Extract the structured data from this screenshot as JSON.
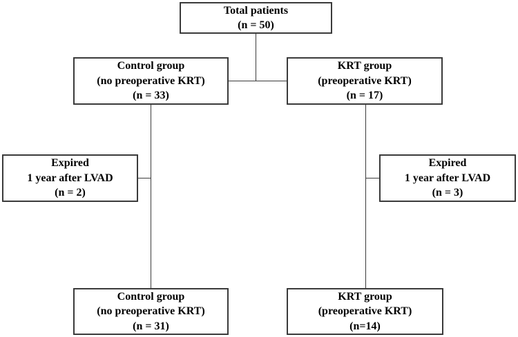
{
  "diagram": {
    "kind": "patient-flow-diagram",
    "nodes": {
      "total": {
        "lines": [
          "Total patients",
          "(n = 50)"
        ]
      },
      "control": {
        "lines": [
          "Control group",
          "(no preoperative KRT)",
          "(n = 33)"
        ]
      },
      "krt": {
        "lines": [
          "KRT group",
          "(preoperative KRT)",
          "(n = 17)"
        ]
      },
      "expired_control": {
        "lines": [
          "Expired",
          "1 year after LVAD",
          "(n = 2)"
        ]
      },
      "expired_krt": {
        "lines": [
          "Expired",
          "1 year after LVAD",
          "(n = 3)"
        ]
      },
      "control_final": {
        "lines": [
          "Control group",
          "(no preoperative KRT)",
          "(n = 31)"
        ]
      },
      "krt_final": {
        "lines": [
          "KRT group",
          "(preoperative KRT)",
          "(n=14)"
        ]
      }
    },
    "colors": {
      "border": "#3a3a3a",
      "text": "#000000",
      "background": "#ffffff"
    }
  }
}
